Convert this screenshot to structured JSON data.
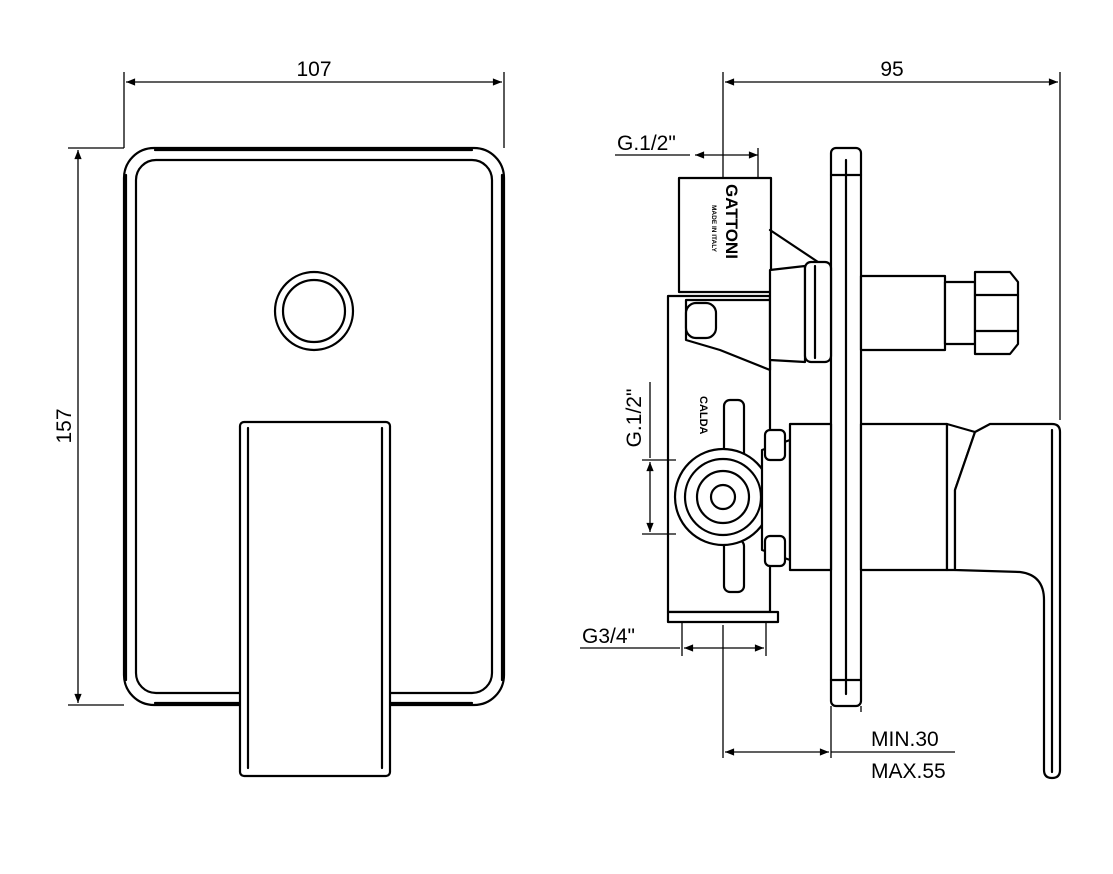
{
  "front_view": {
    "width_dim": "107",
    "height_dim": "157"
  },
  "side_view": {
    "depth_dim": "95",
    "top_inlet": "G.1/2\"",
    "side_inlet": "G.1/2\"",
    "bottom_outlet": "G3/4\"",
    "min_depth": "MIN.30",
    "max_depth": "MAX.55",
    "brand": "GATTONI",
    "origin": "MADE IN ITALY",
    "hot_label": "CALDA"
  }
}
